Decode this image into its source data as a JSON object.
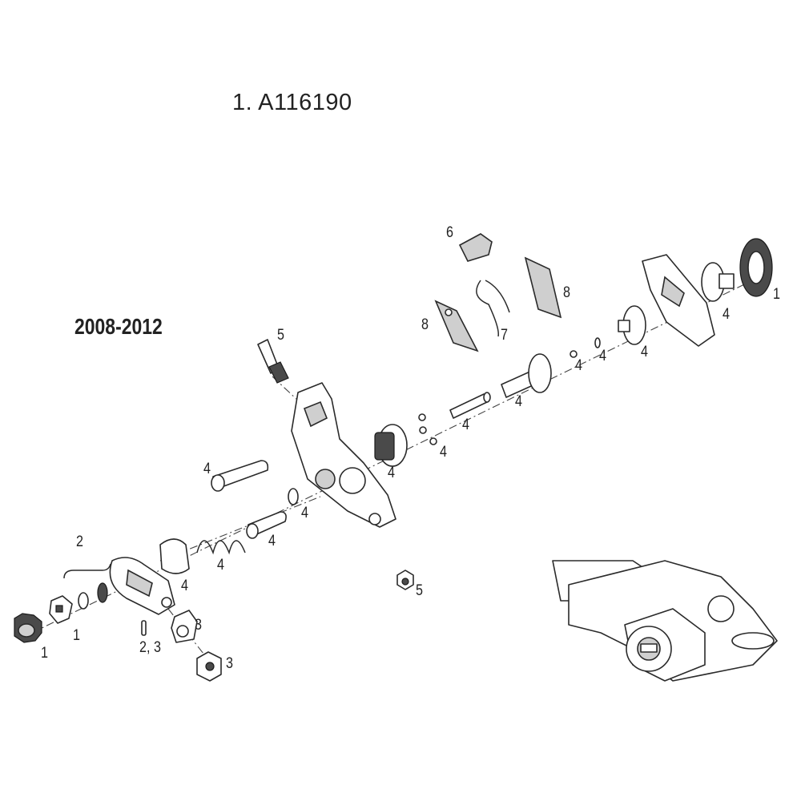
{
  "header": {
    "part_reference": "1. A116190"
  },
  "model_years": "2008-2012",
  "callouts": [
    {
      "id": "c1a",
      "text": "1"
    },
    {
      "id": "c1b",
      "text": "1"
    },
    {
      "id": "c1c",
      "text": "1"
    },
    {
      "id": "c2",
      "text": "2"
    },
    {
      "id": "c23",
      "text": "2, 3"
    },
    {
      "id": "c3a",
      "text": "3"
    },
    {
      "id": "c3b",
      "text": "3"
    },
    {
      "id": "c4a",
      "text": "4"
    },
    {
      "id": "c4b",
      "text": "4"
    },
    {
      "id": "c4c",
      "text": "4"
    },
    {
      "id": "c4d",
      "text": "4"
    },
    {
      "id": "c4e",
      "text": "4"
    },
    {
      "id": "c4f",
      "text": "4"
    },
    {
      "id": "c4g",
      "text": "4"
    },
    {
      "id": "c4h",
      "text": "4"
    },
    {
      "id": "c4i",
      "text": "4"
    },
    {
      "id": "c4j",
      "text": "4"
    },
    {
      "id": "c4k",
      "text": "4"
    },
    {
      "id": "c4l",
      "text": "4"
    },
    {
      "id": "c4m",
      "text": "4"
    },
    {
      "id": "c5a",
      "text": "5"
    },
    {
      "id": "c5b",
      "text": "5"
    },
    {
      "id": "c6",
      "text": "6"
    },
    {
      "id": "c7",
      "text": "7"
    },
    {
      "id": "c8a",
      "text": "8"
    },
    {
      "id": "c8b",
      "text": "8"
    }
  ]
}
